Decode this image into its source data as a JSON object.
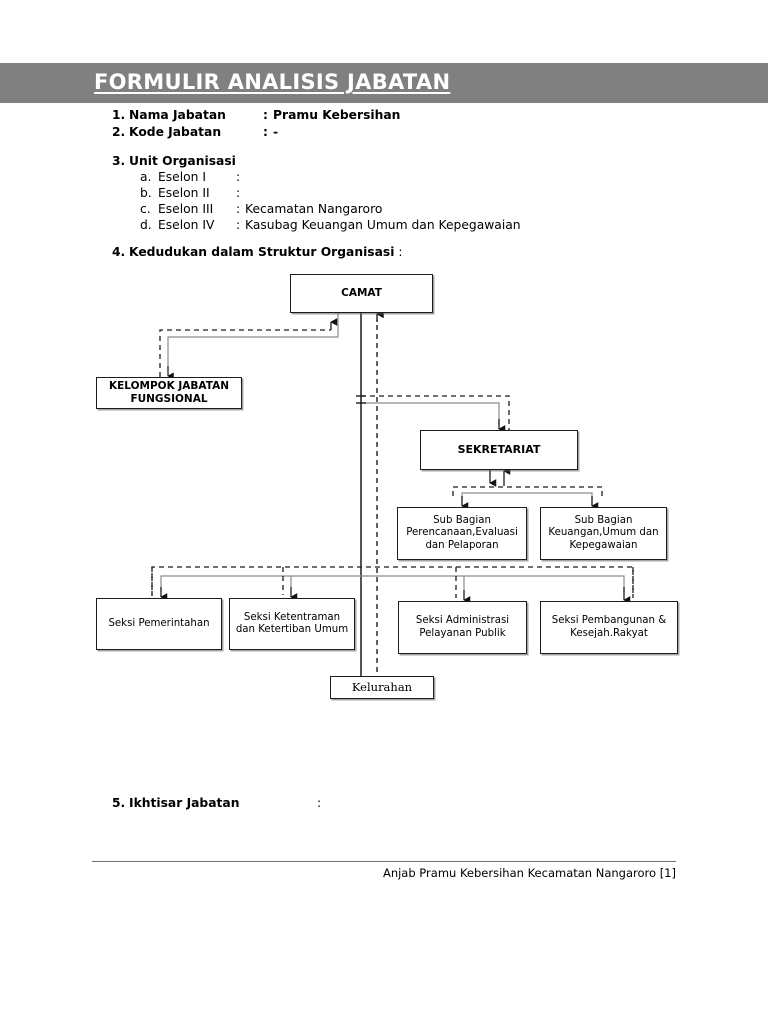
{
  "document": {
    "title": "FORMULIR ANALISIS JABATAN",
    "header_bg": "#808080",
    "header_text_color": "#ffffff"
  },
  "fields": [
    {
      "num": "1.",
      "label": "Nama Jabatan",
      "colon": ":",
      "value": "Pramu Kebersihan"
    },
    {
      "num": "2.",
      "label": "Kode Jabatan",
      "colon": ":",
      "value": "-"
    }
  ],
  "section3": {
    "num": "3.",
    "title": "Unit Organisasi",
    "items": [
      {
        "letter": "a.",
        "label": "Eselon I",
        "colon": ":",
        "value": ""
      },
      {
        "letter": "b.",
        "label": "Eselon II",
        "colon": ":",
        "value": ""
      },
      {
        "letter": "c.",
        "label": "Eselon III",
        "colon": ":",
        "value": "Kecamatan Nangaroro"
      },
      {
        "letter": "d.",
        "label": "Eselon IV",
        "colon": ":",
        "value": "Kasubag Keuangan Umum dan Kepegawaian"
      }
    ]
  },
  "section4": {
    "num": "4.",
    "title": "Kedudukan dalam Struktur Organisasi",
    "colon": ":"
  },
  "section5": {
    "num": "5.",
    "title": "Ikhtisar Jabatan",
    "colon": ":",
    "value": ""
  },
  "org_chart": {
    "nodes": {
      "camat": "CAMAT",
      "kelompok": "KELOMPOK JABATAN FUNGSIONAL",
      "sekretariat": "SEKRETARIAT",
      "subbag_perencanaan": "Sub Bagian Perencanaan,Evaluasi dan Pelaporan",
      "subbag_keuangan": "Sub Bagian Keuangan,Umum dan Kepegawaian",
      "seksi_pemerintahan": "Seksi Pemerintahan",
      "seksi_ketentraman": "Seksi Ketentraman dan Ketertiban Umum",
      "seksi_administrasi": "Seksi Administrasi Pelayanan Publik",
      "seksi_pembangunan": "Seksi Pembangunan & Kesejah.Rakyat",
      "kelurahan": "Kelurahan"
    },
    "line_color": "#1c1c1c",
    "line_color_light": "#8c8c8c"
  },
  "footer": {
    "text": "Anjab  Pramu Kebersihan  Kecamatan Nangaroro [1]"
  }
}
